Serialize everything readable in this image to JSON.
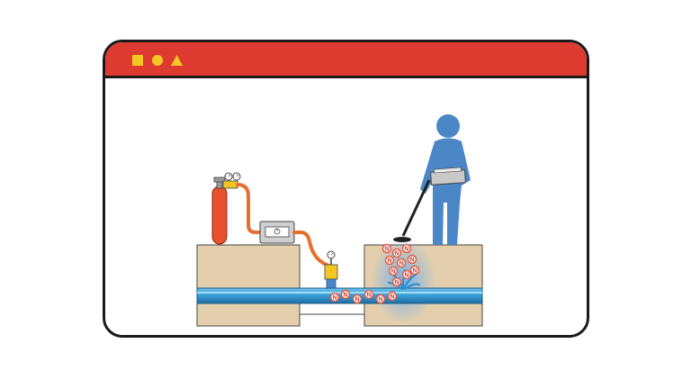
{
  "window": {
    "titlebar_color": "#dd3b30",
    "controls": [
      {
        "shape": "square",
        "icon": "square-icon",
        "color": "#f3c623"
      },
      {
        "shape": "circle",
        "icon": "circle-icon",
        "color": "#f3c623"
      },
      {
        "shape": "triangle",
        "icon": "triangle-icon",
        "color": "#f3c623"
      }
    ]
  },
  "diagram": {
    "gas_particle_label": "N",
    "colors": {
      "ground": "#e3cfae",
      "pipe": "#3aa0d8",
      "cylinder": "#e8502e",
      "hose": "#e8702e",
      "person": "#4b86c6",
      "leak_glow": "#4aa8ff",
      "particle": "#e9573f"
    }
  }
}
